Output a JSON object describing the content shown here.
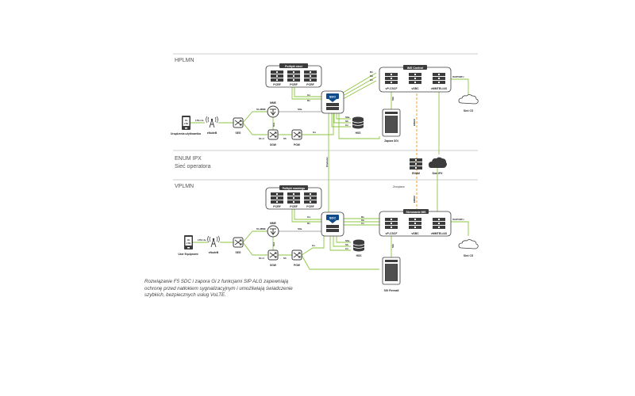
{
  "regions": {
    "hplmn": "HPLMN",
    "enum_title": "ENUM IPX",
    "enum_sub": "Sieć operatora",
    "vplmn": "VPLMN"
  },
  "hplmn": {
    "policy_group": "Polityki sieci",
    "pcrf": [
      "PCRF",
      "PCRF",
      "PCRF"
    ],
    "ims_group": "IMS Control",
    "ims_nodes": [
      "vP-CSCF",
      "vSBC",
      "vMMTEL/AS"
    ],
    "sdc": "SDC",
    "ue_badge_top": "Vo",
    "ue_badge_bottom": "LTE",
    "ue": "Urządzenia użytkownika",
    "enodeb": "eNodeB",
    "seg": "SEG",
    "mme": "MME",
    "sgw": "SGW",
    "pgw": "PGW",
    "hss": "HSS",
    "firewall": "Zapora SGi",
    "cs": "Sieć CS",
    "links": {
      "lte_uu": "LTE-Uu",
      "s1_mme": "S1-MME",
      "s1_u": "S1-U",
      "s11": "S11",
      "s5": "S5",
      "s6a": "S6a",
      "gx": "Gx",
      "rx": "Rx",
      "sh": "Sh",
      "cx": "Cx",
      "sgi": "SGi",
      "enum": "ENUM",
      "isup": "ISUP/SIP-I"
    }
  },
  "enum": {
    "enum": "ENUM",
    "ipx": "Sieć IPX",
    "diameter": "Diameter",
    "zeroplane": "Zeroplane"
  },
  "vplmn": {
    "policy_group": "Polityki roamingu",
    "pcrf": [
      "PCRF",
      "PCRF",
      "PCRF"
    ],
    "ims_group": "Sterowanie IMS",
    "ims_nodes": [
      "vP-CSCF",
      "vSBC",
      "vMMTEL/AS"
    ],
    "sdc": "SDC",
    "ue_badge_top": "Vo",
    "ue_badge_bottom": "LTE",
    "ue": "User Equipment",
    "enodeb": "eNodeB",
    "seg": "SEG",
    "mme": "MME",
    "sgw": "SGW",
    "pgw": "PGW",
    "hss": "HSS",
    "firewall": "SGi Firewall",
    "cs": "Sieć CS",
    "links": {
      "lte_uu": "LTE-Uu",
      "s1_mme": "S1-MME",
      "s1_u": "S1-U",
      "s11": "S11",
      "s5": "S5",
      "s6a": "S6a",
      "gx": "Gx",
      "rx": "Rx",
      "sh": "Sh",
      "cx": "Cx",
      "sgi": "SGi",
      "enum": "ENUM",
      "isup": "ISUP/SIP-I"
    }
  },
  "caption": "Rozwiązanie F5 SDC i zapora Gi z funkcjami SIP ALG zapewniają ochronę przed natłokiem sygnalizacyjnym i umożliwiają świadczenie szybkich, bezpiecznych usług VoLTE.",
  "colors": {
    "link": "#8dc63f",
    "enum_link": "#f7941d",
    "node": "#3c3c3c",
    "sdc": "#0e4b8a",
    "divider": "#bbbbbb"
  }
}
